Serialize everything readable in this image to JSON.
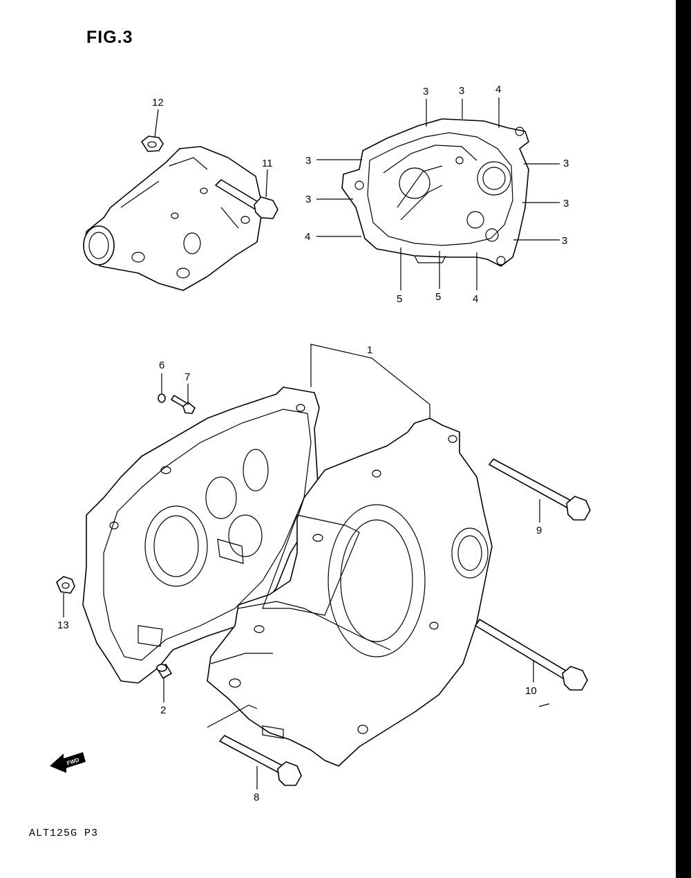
{
  "figure": {
    "title": "FIG.3",
    "footer": "ALT125G P3"
  },
  "fwd_badge": "FWD",
  "callouts": [
    "12",
    "11",
    "3",
    "3",
    "4",
    "3",
    "3",
    "3",
    "3",
    "4",
    "3",
    "5",
    "5",
    "4",
    "1",
    "6",
    "7",
    "9",
    "13",
    "2",
    "10",
    "8"
  ],
  "colors": {
    "ink": "#000000",
    "paper": "#ffffff"
  }
}
